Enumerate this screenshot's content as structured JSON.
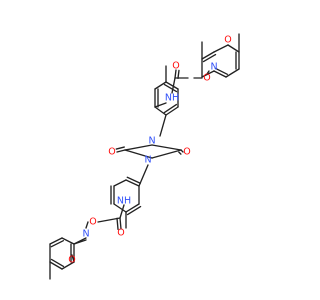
{
  "diagram": {
    "type": "chemical-structure",
    "colors": {
      "bond": "#222222",
      "carbon": "#222222",
      "oxygen": "#ff0d0d",
      "nitrogen": "#3050f8"
    },
    "atom_labels": {
      "o_top_ketone": "O",
      "o_top_carbonyl": "O",
      "o_top_ester": "O",
      "n_top_oxime": "N",
      "nh_top": "NH",
      "n_ring_top": "N",
      "o_ring_right": "O",
      "o_ring_left": "O",
      "n_ring_bottom": "N",
      "nh_bottom": "NH",
      "o_bottom_carbonyl": "O",
      "o_bottom_ester": "O",
      "n_bottom_oxime": "N",
      "o_bottom_ketone": "O"
    }
  }
}
